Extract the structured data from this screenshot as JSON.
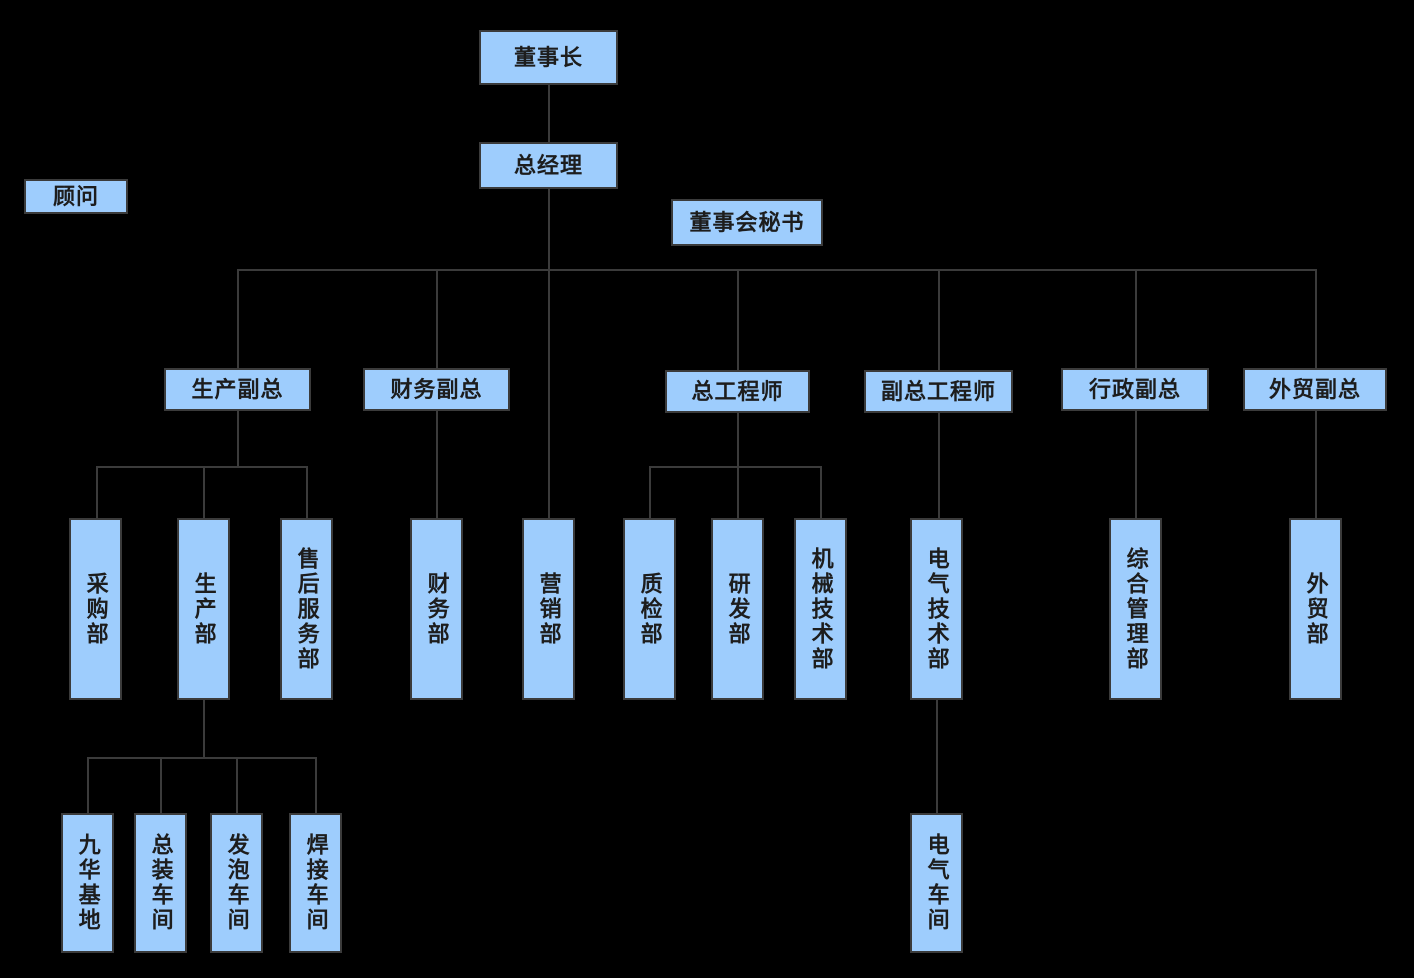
{
  "chart_title": "",
  "theme": {
    "background": "#000000",
    "node_fill": "#9ecdfd",
    "node_border": "#3b3b3b",
    "node_text": "#1d1d1d",
    "connector": "#3b3b3b"
  },
  "chart_data": {
    "type": "diagram",
    "diagram_kind": "organization-chart",
    "orientation": "top-down",
    "nodes": [
      {
        "id": "chairman",
        "label": "董事长",
        "level": 0,
        "text_mode": "horizontal"
      },
      {
        "id": "general-manager",
        "label": "总经理",
        "level": 1,
        "text_mode": "horizontal"
      },
      {
        "id": "board-secretary",
        "label": "董事会秘书",
        "level": 1,
        "text_mode": "horizontal"
      },
      {
        "id": "advisor",
        "label": "顾问",
        "level": 1,
        "text_mode": "horizontal"
      },
      {
        "id": "vp-production",
        "label": "生产副总",
        "level": 2,
        "text_mode": "horizontal"
      },
      {
        "id": "vp-finance",
        "label": "财务副总",
        "level": 2,
        "text_mode": "horizontal"
      },
      {
        "id": "chief-engineer",
        "label": "总工程师",
        "level": 2,
        "text_mode": "horizontal"
      },
      {
        "id": "deputy-chief-engineer",
        "label": "副总工程师",
        "level": 2,
        "text_mode": "horizontal"
      },
      {
        "id": "vp-admin",
        "label": "行政副总",
        "level": 2,
        "text_mode": "horizontal"
      },
      {
        "id": "vp-foreign-trade",
        "label": "外贸副总",
        "level": 2,
        "text_mode": "horizontal"
      },
      {
        "id": "dept-purchasing",
        "label": "采购部",
        "level": 3,
        "text_mode": "vertical"
      },
      {
        "id": "dept-production",
        "label": "生产部",
        "level": 3,
        "text_mode": "vertical"
      },
      {
        "id": "dept-after-sales",
        "label": "售后服务部",
        "level": 3,
        "text_mode": "vertical"
      },
      {
        "id": "dept-finance",
        "label": "财务部",
        "level": 3,
        "text_mode": "vertical"
      },
      {
        "id": "dept-marketing",
        "label": "营销部",
        "level": 3,
        "text_mode": "vertical"
      },
      {
        "id": "dept-quality",
        "label": "质检部",
        "level": 3,
        "text_mode": "vertical"
      },
      {
        "id": "dept-rnd",
        "label": "研发部",
        "level": 3,
        "text_mode": "vertical"
      },
      {
        "id": "dept-mech-tech",
        "label": "机械技术部",
        "level": 3,
        "text_mode": "vertical"
      },
      {
        "id": "dept-elec-tech",
        "label": "电气技术部",
        "level": 3,
        "text_mode": "vertical"
      },
      {
        "id": "dept-general-admin",
        "label": "综合管理部",
        "level": 3,
        "text_mode": "vertical"
      },
      {
        "id": "dept-foreign-trade",
        "label": "外贸部",
        "level": 3,
        "text_mode": "vertical"
      },
      {
        "id": "shop-jiuhua",
        "label": "九华基地",
        "level": 4,
        "text_mode": "vertical"
      },
      {
        "id": "shop-assembly",
        "label": "总装车间",
        "level": 4,
        "text_mode": "vertical"
      },
      {
        "id": "shop-foaming",
        "label": "发泡车间",
        "level": 4,
        "text_mode": "vertical"
      },
      {
        "id": "shop-welding",
        "label": "焊接车间",
        "level": 4,
        "text_mode": "vertical"
      },
      {
        "id": "shop-electrical",
        "label": "电气车间",
        "level": 4,
        "text_mode": "vertical"
      }
    ],
    "edges": [
      {
        "from": "chairman",
        "to": "general-manager"
      },
      {
        "from": "general-manager",
        "to": "vp-production"
      },
      {
        "from": "general-manager",
        "to": "vp-finance"
      },
      {
        "from": "general-manager",
        "to": "dept-marketing"
      },
      {
        "from": "general-manager",
        "to": "chief-engineer"
      },
      {
        "from": "general-manager",
        "to": "deputy-chief-engineer"
      },
      {
        "from": "general-manager",
        "to": "vp-admin"
      },
      {
        "from": "general-manager",
        "to": "vp-foreign-trade"
      },
      {
        "from": "vp-production",
        "to": "dept-purchasing"
      },
      {
        "from": "vp-production",
        "to": "dept-production"
      },
      {
        "from": "vp-production",
        "to": "dept-after-sales"
      },
      {
        "from": "vp-finance",
        "to": "dept-finance"
      },
      {
        "from": "chief-engineer",
        "to": "dept-quality"
      },
      {
        "from": "chief-engineer",
        "to": "dept-rnd"
      },
      {
        "from": "chief-engineer",
        "to": "dept-mech-tech"
      },
      {
        "from": "deputy-chief-engineer",
        "to": "dept-elec-tech"
      },
      {
        "from": "vp-admin",
        "to": "dept-general-admin"
      },
      {
        "from": "vp-foreign-trade",
        "to": "dept-foreign-trade"
      },
      {
        "from": "dept-production",
        "to": "shop-jiuhua"
      },
      {
        "from": "dept-production",
        "to": "shop-assembly"
      },
      {
        "from": "dept-production",
        "to": "shop-foaming"
      },
      {
        "from": "dept-production",
        "to": "shop-welding"
      },
      {
        "from": "dept-elec-tech",
        "to": "shop-electrical"
      }
    ]
  },
  "labels": {
    "chairman": "董事长",
    "general_manager": "总经理",
    "board_secretary": "董事会秘书",
    "advisor": "顾问",
    "vp_production": "生产副总",
    "vp_finance": "财务副总",
    "chief_engineer": "总工程师",
    "deputy_chief_engineer": "副总工程师",
    "vp_admin": "行政副总",
    "vp_foreign_trade": "外贸副总",
    "dept_purchasing": "采购部",
    "dept_production": "生产部",
    "dept_after_sales": "售后服务部",
    "dept_finance": "财务部",
    "dept_marketing": "营销部",
    "dept_quality": "质检部",
    "dept_rnd": "研发部",
    "dept_mech_tech": "机械技术部",
    "dept_elec_tech": "电气技术部",
    "dept_general_admin": "综合管理部",
    "dept_foreign_trade": "外贸部",
    "shop_jiuhua": "九华基地",
    "shop_assembly": "总装车间",
    "shop_foaming": "发泡车间",
    "shop_welding": "焊接车间",
    "shop_electrical": "电气车间"
  }
}
